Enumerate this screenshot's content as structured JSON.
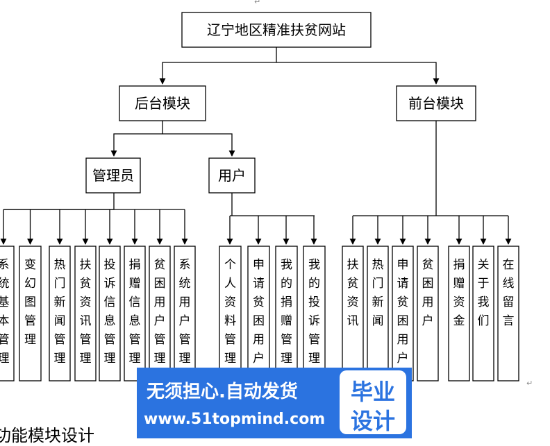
{
  "root": "辽宁地区精准扶贫网站",
  "backend": "后台模块",
  "frontend": "前台模块",
  "admin": "管理员",
  "user": "用户",
  "admin_items": [
    "系统基本管理",
    "变幻图管理",
    "热门新闻管理",
    "扶贫资讯管理",
    "投诉信息管理",
    "捐赠信息管理",
    "贫困用户管理",
    "系统用户管理"
  ],
  "user_items": [
    "个人资料管理",
    "申请贫困用户",
    "我的捐赠管理",
    "我的投诉管理"
  ],
  "front_items": [
    "扶贫资讯",
    "热门新闻",
    "申请贫困用户",
    "贫困用户",
    "捐赠资金",
    "关于我们",
    "在线留言"
  ],
  "watermark": {
    "slogan": "无须担心.自动发货",
    "url": "www.51topmind.com",
    "badge": [
      "毕业",
      "设计"
    ],
    "color": "#2b73e0"
  },
  "caption": "功能模块设计"
}
